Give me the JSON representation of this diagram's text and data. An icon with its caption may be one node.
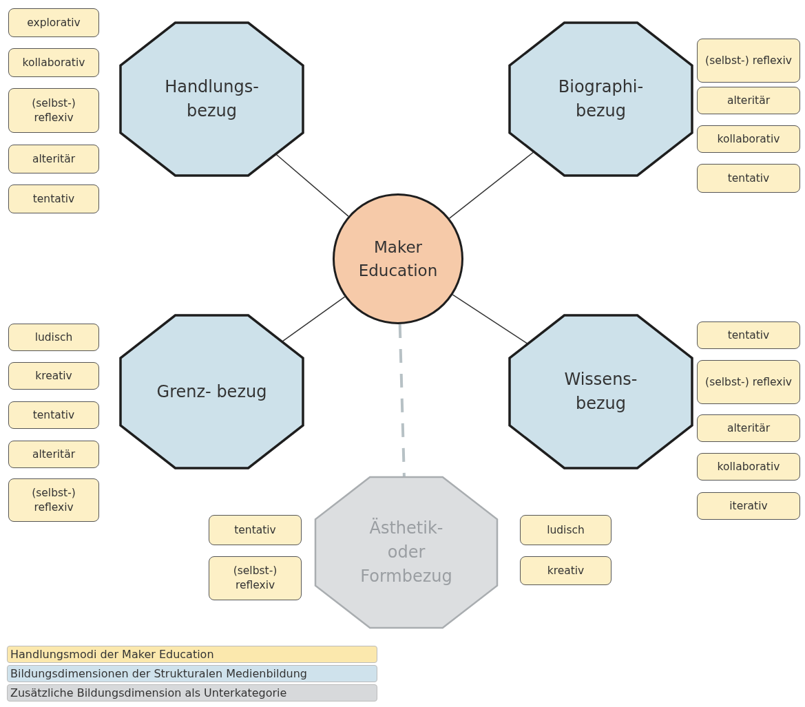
{
  "diagram": {
    "nodes": [
      {
        "text": [
          "explorativ"
        ]
      },
      {
        "text": [
          "kollaborativ"
        ]
      },
      {
        "text": [
          "(selbst-) reflexiv"
        ]
      },
      {
        "text": [
          "alteritär"
        ]
      },
      {
        "text": [
          "tentativ"
        ]
      },
      {
        "text": [
          "Handlungs- bezug"
        ]
      },
      {
        "text": [
          "Biographi- bezug"
        ]
      },
      {
        "text": [
          "(selbst-) reflexiv"
        ]
      },
      {
        "text": [
          "alteritär"
        ]
      },
      {
        "text": [
          "kollaborativ"
        ]
      },
      {
        "text": [
          "tentativ"
        ]
      },
      {
        "text": [
          "Maker Education"
        ]
      },
      {
        "text": [
          "ludisch"
        ]
      },
      {
        "text": [
          "kreativ"
        ]
      },
      {
        "text": [
          "tentativ"
        ]
      },
      {
        "text": [
          "alteritär"
        ]
      },
      {
        "text": [
          "(selbst-) reflexiv"
        ]
      },
      {
        "text": [
          "Grenz- bezug"
        ]
      },
      {
        "text": [
          "Wissens- bezug"
        ]
      },
      {
        "text": [
          "tentativ"
        ]
      },
      {
        "text": [
          "(selbst-) reflexiv"
        ]
      },
      {
        "text": [
          "alteritär"
        ]
      },
      {
        "text": [
          "kollaborativ"
        ]
      },
      {
        "text": [
          "iterativ"
        ]
      },
      {
        "text": [
          "tentativ"
        ]
      },
      {
        "text": [
          "(selbst-) reflexiv"
        ]
      },
      {
        "text": [
          "Ästhetik- oder Formbezug"
        ]
      },
      {
        "text": [
          "ludisch"
        ]
      },
      {
        "text": [
          "kreativ"
        ]
      }
    ],
    "edges": [
      {
        "from": 11,
        "to": 5,
        "arrow": "none"
      },
      {
        "from": 11,
        "to": 6,
        "arrow": "none"
      },
      {
        "from": 11,
        "to": 17,
        "arrow": "none"
      },
      {
        "from": 11,
        "to": 18,
        "arrow": "none"
      },
      {
        "from": 11,
        "to": 26,
        "arrow": "none",
        "style": "dashed",
        "color": "#b7c1c5"
      }
    ],
    "legend": [
      {
        "text": "Handlungsmodi der Maker Education",
        "color": "#fbe8ad"
      },
      {
        "text": "Bildungsdimensionen der Strukturalen Medienbildung",
        "color": "#cfe2ec"
      },
      {
        "text": "Zusätzliche Bildungsdimension als Unterkategorie",
        "color": "#d7d9db"
      }
    ]
  }
}
